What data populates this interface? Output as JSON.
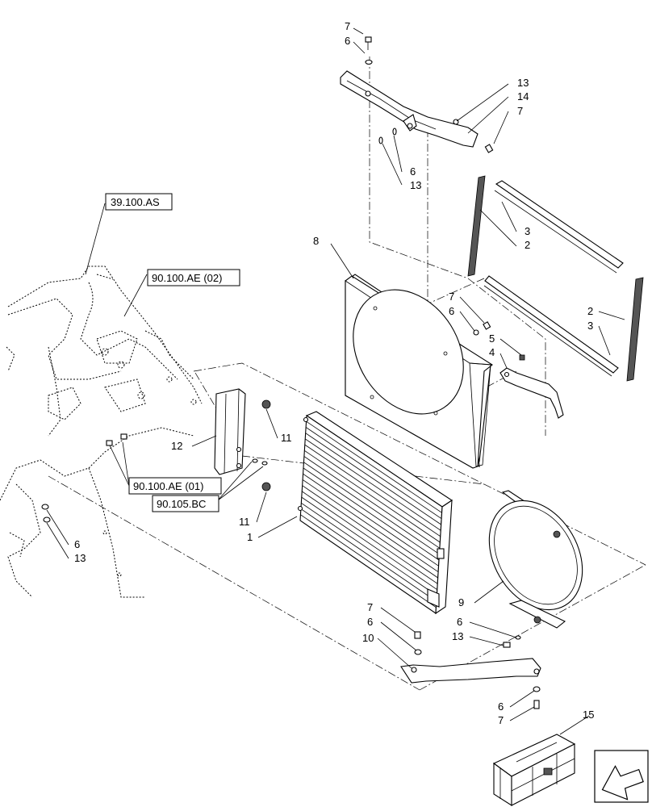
{
  "callouts": {
    "c7a": "7",
    "c6a": "6",
    "c13a": "13",
    "c14a": "14",
    "c7b": "7",
    "c6b": "6",
    "c13b": "13",
    "c3a": "3",
    "c2a": "2",
    "c8": "8",
    "c7c": "7",
    "c6c": "6",
    "c5": "5",
    "c4": "4",
    "c2b": "2",
    "c3b": "3",
    "c11a": "11",
    "c12": "12",
    "c11b": "11",
    "c1": "1",
    "c6d": "6",
    "c13c": "13",
    "c9": "9",
    "c7d": "7",
    "c6e": "6",
    "c10": "10",
    "c6f": "6",
    "c13d": "13",
    "c6g": "6",
    "c7e": "7",
    "c15": "15"
  },
  "references": {
    "ref1": "39.100.AS",
    "ref2": "90.100.AE (02)",
    "ref3": "90.100.AE (01)",
    "ref4": "90.105.BC"
  },
  "navigation": {
    "icon": "navigation-arrow-icon"
  }
}
